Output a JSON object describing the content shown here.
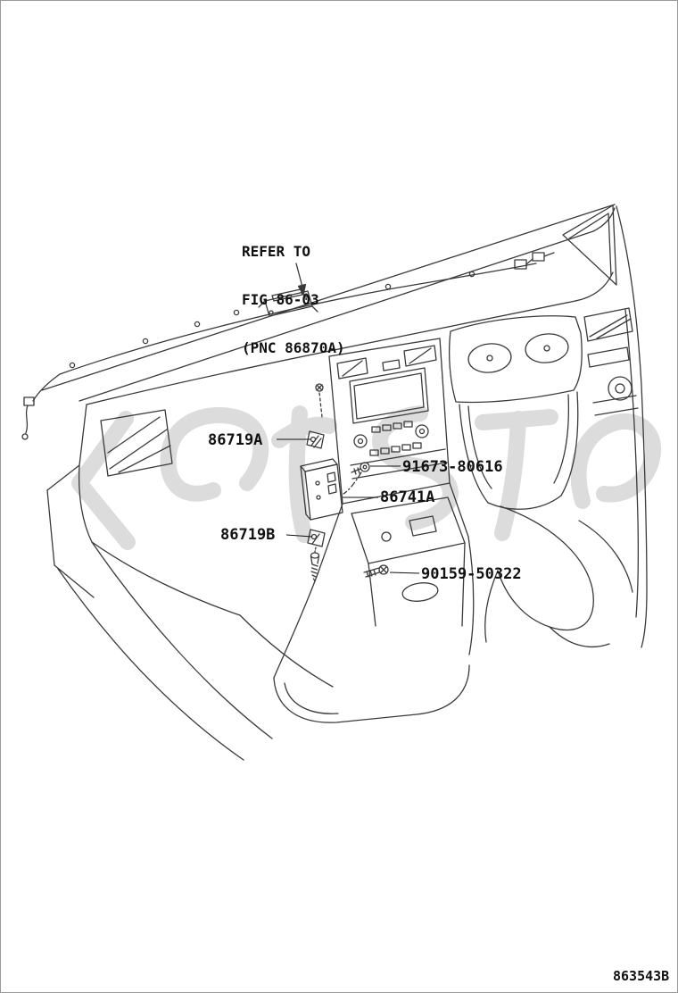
{
  "diagram": {
    "note": {
      "line1": "REFER TO",
      "line2": "FIG 86-03",
      "line3": "(PNC 86870A)"
    },
    "part_labels": [
      {
        "text": "86719A"
      },
      {
        "text": "91673-80616"
      },
      {
        "text": "86741A"
      },
      {
        "text": "86719B"
      },
      {
        "text": "90159-50322"
      }
    ],
    "code": "863543B"
  },
  "icons": {
    "watermark": "background-logo-watermark"
  },
  "colors": {
    "line": "#3a3a3a",
    "label": "#111111",
    "watermark": "#dcdcdc",
    "background": "#ffffff"
  }
}
